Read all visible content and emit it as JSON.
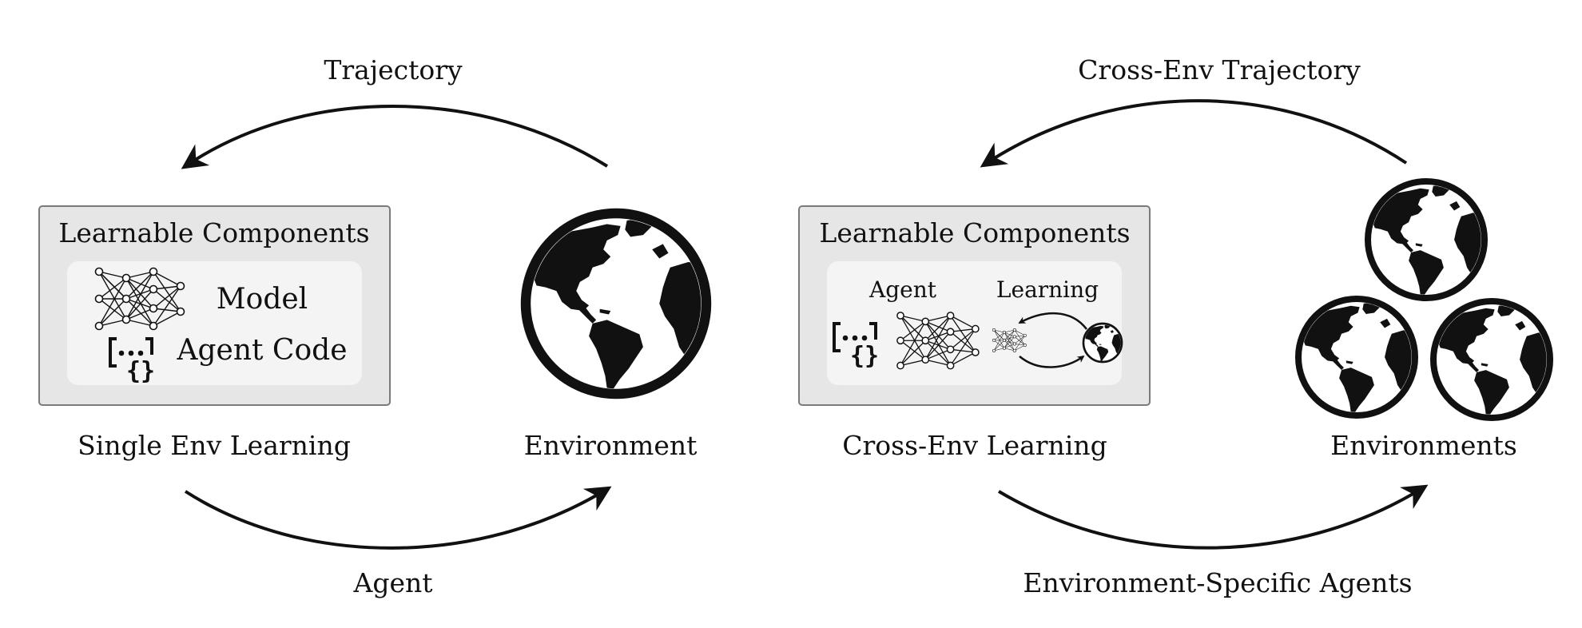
{
  "left_panel": {
    "top_arrow_label": "Trajectory",
    "box_title": "Learnable Components",
    "model_label": "Model",
    "code_label": "Agent Code",
    "learner_caption": "Single Env Learning",
    "env_caption": "Environment",
    "bottom_arrow_label": "Agent"
  },
  "right_panel": {
    "top_arrow_label": "Cross-Env Trajectory",
    "box_title": "Learnable Components",
    "agent_label": "Agent",
    "learning_label": "Learning",
    "learner_caption": "Cross-Env Learning",
    "env_caption": "Environments",
    "bottom_arrow_label": "Environment-Specific Agents"
  },
  "icons": [
    "neural-network-icon",
    "code-brackets-icon",
    "globe-icon",
    "cycle-arrow-icon"
  ],
  "colors": {
    "box_outer": "#e6e6e6",
    "box_inner": "#f3f3f3",
    "box_border": "#7a7a7a",
    "ink": "#111111"
  }
}
